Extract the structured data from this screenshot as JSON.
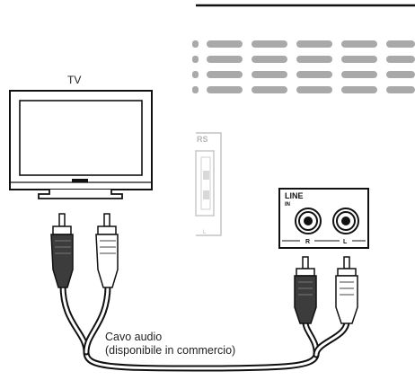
{
  "tv": {
    "label": "TV"
  },
  "receiver": {
    "jack_panel": {
      "title": "LINE",
      "subtitle": "IN",
      "right_label": "R",
      "left_label": "L"
    },
    "side_panel": {
      "partial_label": "RS",
      "small_label": "L"
    }
  },
  "cable": {
    "label_line1": "Cavo audio",
    "label_line2": "(disponibile in commercio)"
  }
}
